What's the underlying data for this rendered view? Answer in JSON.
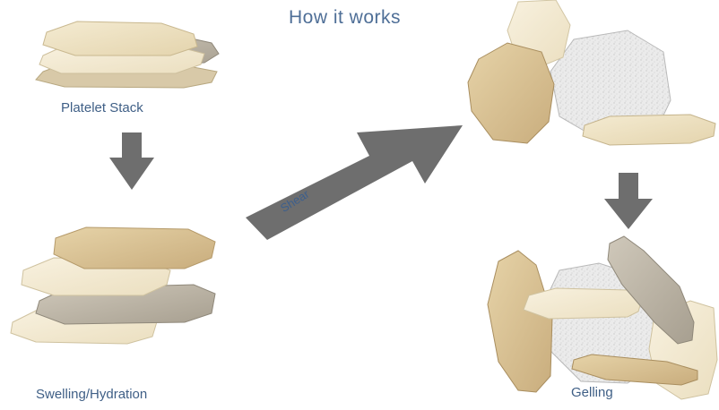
{
  "diagram": {
    "title": "How it works",
    "labels": {
      "platelet_stack": "Platelet Stack",
      "swelling_hydration": "Swelling/Hydration",
      "shear": "Shear",
      "gelling": "Gelling"
    }
  },
  "colors": {
    "title_text": "#4f6f97",
    "label_text": "#3f5f86",
    "arrow": "#6e6e6e",
    "platelet_beige": "#efe3c2",
    "platelet_tan": "#d9c195",
    "platelet_cream": "#f3ead2",
    "platelet_gray": "#bdb5a6",
    "platelet_speckled": "#e4e4e4"
  }
}
